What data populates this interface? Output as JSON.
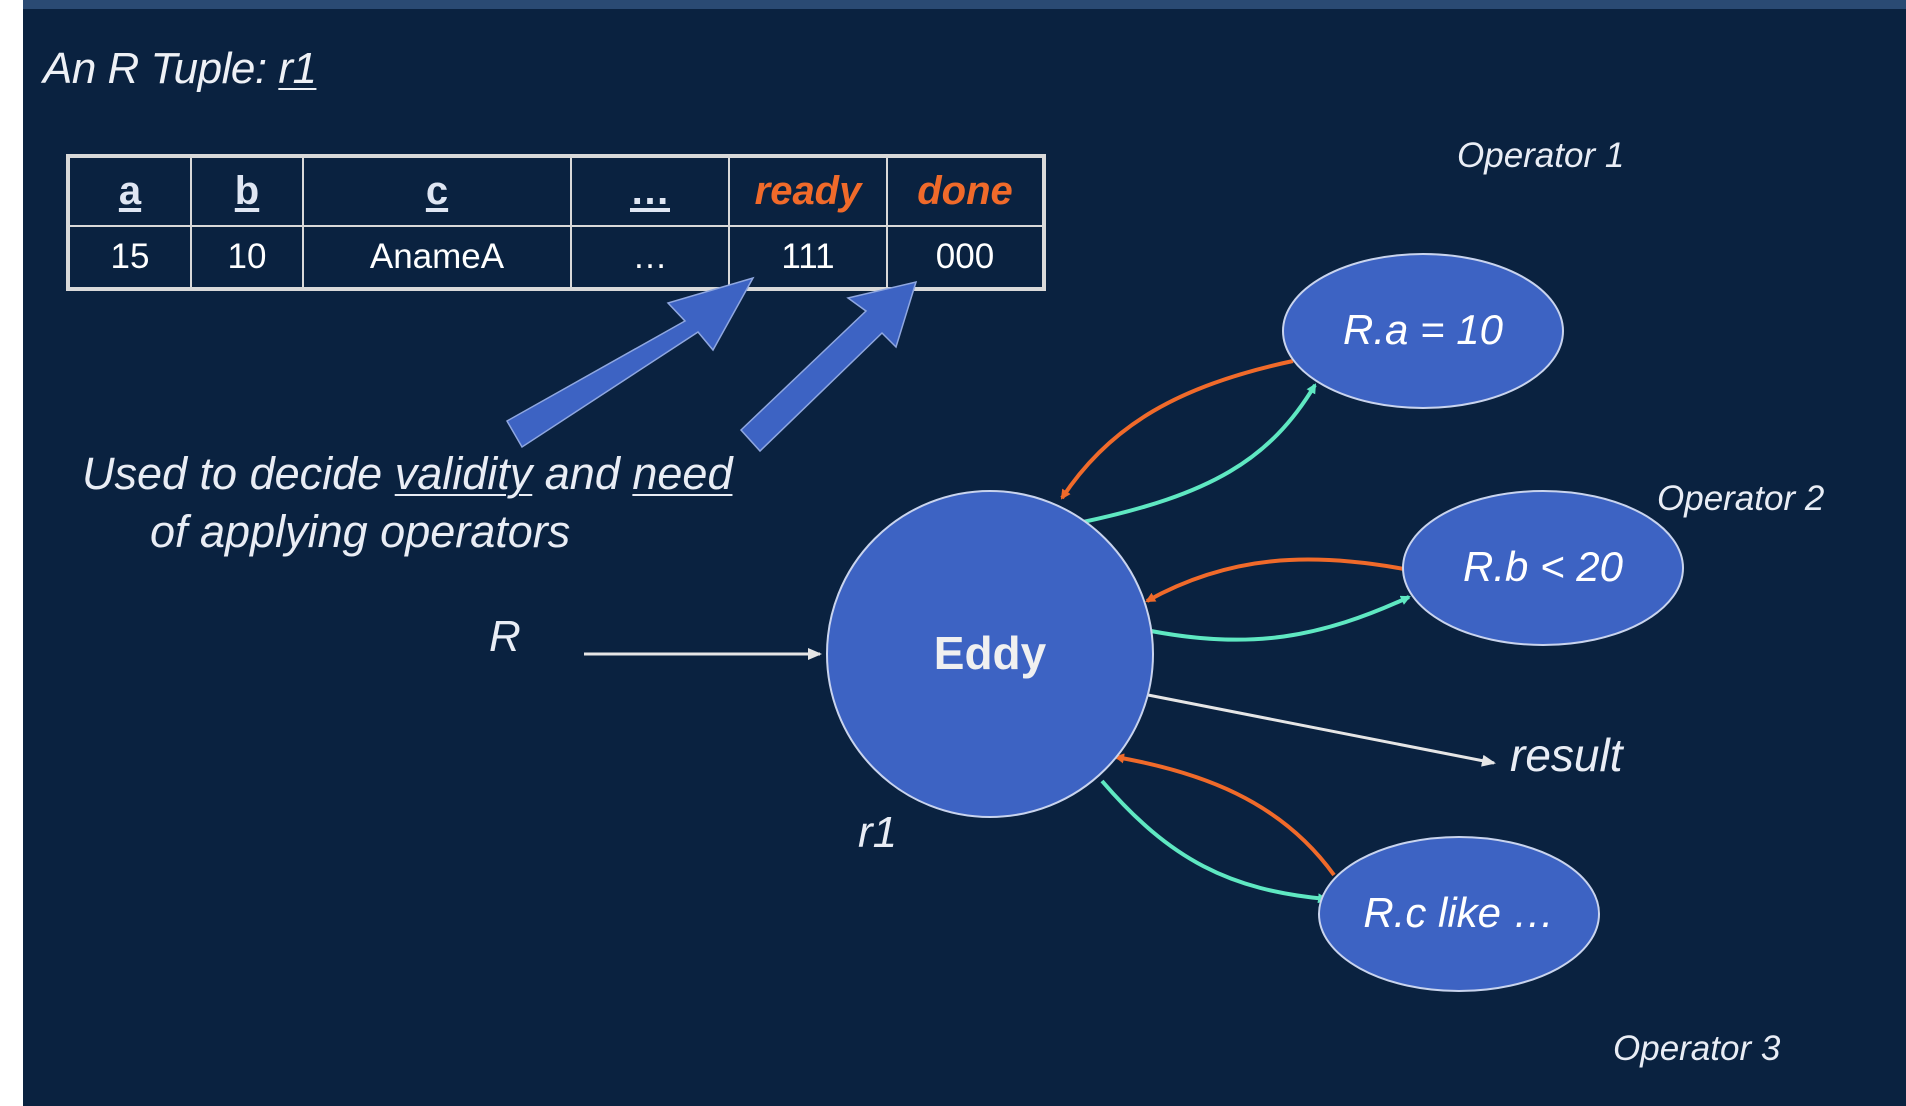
{
  "title": {
    "prefix": "An R Tuple:",
    "name": "r1"
  },
  "table": {
    "headers": [
      "a",
      "b",
      "c",
      "…",
      "ready",
      "done"
    ],
    "row": [
      "15",
      "10",
      "AnameA",
      "…",
      "111",
      "000"
    ]
  },
  "note": {
    "part1": "Used to decide ",
    "validity": "validity",
    "part2": " and ",
    "need": "need",
    "line2": "of applying operators"
  },
  "input_label": "R",
  "tuple_label": "r1",
  "eddy_label": "Eddy",
  "result_label": "result",
  "operators": [
    {
      "name": "Operator 1",
      "predicate": "R.a = 10"
    },
    {
      "name": "Operator 2",
      "predicate": "R.b < 20"
    },
    {
      "name": "Operator 3",
      "predicate": "R.c like …"
    }
  ],
  "colors": {
    "background": "#0a2240",
    "node_fill": "#3d63c3",
    "status_header": "#f06a2a",
    "return_arrow": "#f06a2a",
    "send_arrow": "#5fe8c2",
    "plain_arrow": "#e6e6e6"
  }
}
